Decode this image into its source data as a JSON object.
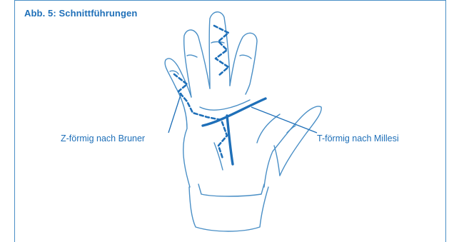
{
  "figure": {
    "title": "Abb. 5: Schnittführungen",
    "labels": {
      "left": "Z-förmig nach Bruner",
      "right": "T-förmig nach Millesi"
    },
    "colors": {
      "outline": "#4a8fc6",
      "incision": "#1e6fb8",
      "text": "#1e6fb8"
    }
  }
}
